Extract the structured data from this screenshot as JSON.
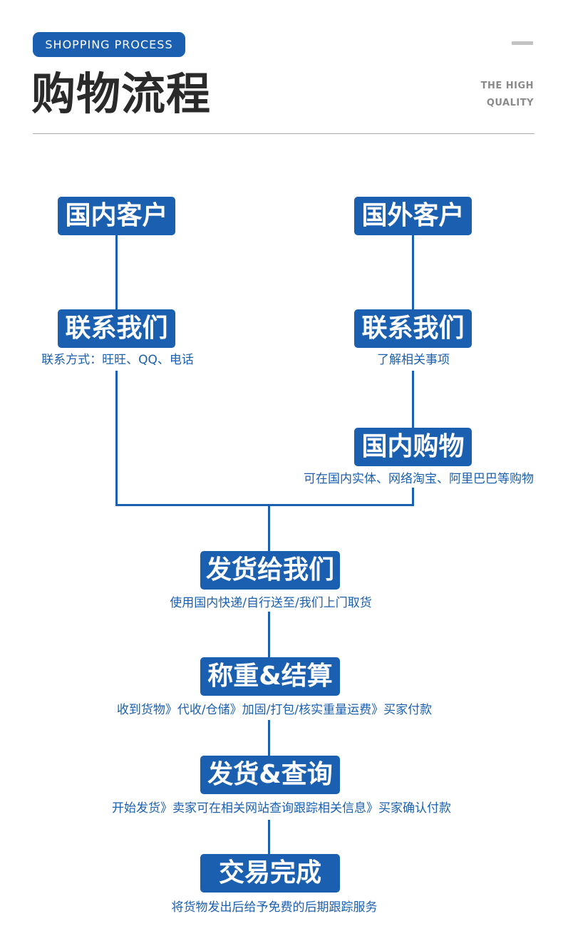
{
  "header": {
    "badge": "SHOPPING PROCESS",
    "title": "购物流程",
    "tagline_line1": "THE HIGH",
    "tagline_line2": "QUALITY"
  },
  "flow": {
    "domestic_customer": "国内客户",
    "foreign_customer": "国外客户",
    "contact_left": {
      "label": "联系我们",
      "note": "联系方式：旺旺、QQ、电话"
    },
    "contact_right": {
      "label": "联系我们",
      "note": "了解相关事项"
    },
    "domestic_shopping": {
      "label": "国内购物",
      "note": "可在国内实体、网络淘宝、阿里巴巴等购物"
    },
    "ship_to_us": {
      "label": "发货给我们",
      "note": "使用国内快递/自行送至/我们上门取货"
    },
    "weigh_settle": {
      "label": "称重&结算",
      "note": "收到货物》代收/仓储》加固/打包/核实重量运费》买家付款"
    },
    "ship_track": {
      "label": "发货&查询",
      "note": "开始发货》卖家可在相关网站查询跟踪相关信息》买家确认付款"
    },
    "complete": {
      "label": "交易完成",
      "note": "将货物发出后给予免费的后期跟踪服务"
    }
  },
  "colors": {
    "accent": "#1b5fb0",
    "title": "#2a2a2a",
    "muted": "#8a8a8a",
    "rule": "#a8a8a8"
  }
}
